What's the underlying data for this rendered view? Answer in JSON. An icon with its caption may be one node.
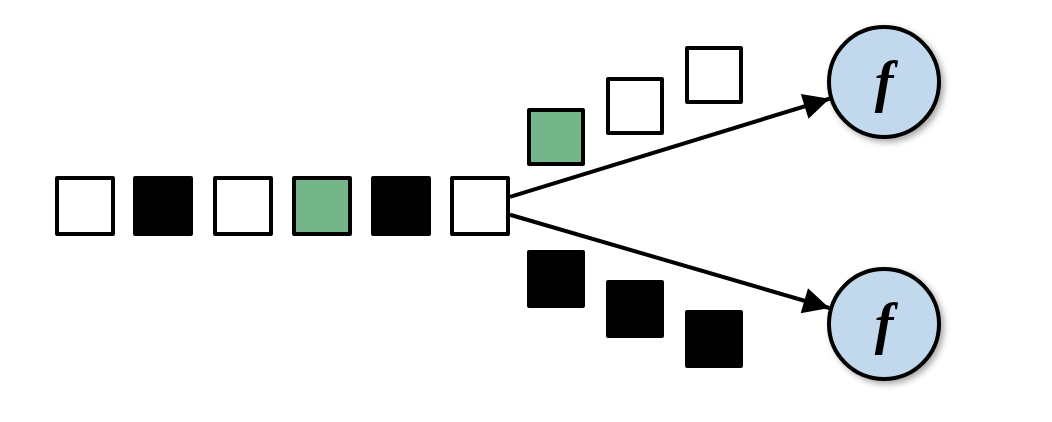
{
  "diagram": {
    "nodes": [
      {
        "text": [],
        "shape": "box"
      },
      {
        "text": [],
        "shape": "box"
      },
      {
        "text": [],
        "shape": "box"
      },
      {
        "text": [],
        "shape": "box"
      },
      {
        "text": [],
        "shape": "box"
      },
      {
        "text": [],
        "shape": "box"
      },
      {
        "text": [],
        "shape": "box"
      },
      {
        "text": [],
        "shape": "box"
      },
      {
        "text": [],
        "shape": "box"
      },
      {
        "text": [],
        "shape": "box"
      },
      {
        "text": [],
        "shape": "box"
      },
      {
        "text": [],
        "shape": "box"
      },
      {
        "text": [
          "f"
        ]
      },
      {
        "text": [
          "f"
        ]
      }
    ],
    "edges": [
      {
        "from": 5,
        "to": 12,
        "arrow": "to"
      },
      {
        "from": 5,
        "to": 13,
        "arrow": "to"
      }
    ]
  }
}
